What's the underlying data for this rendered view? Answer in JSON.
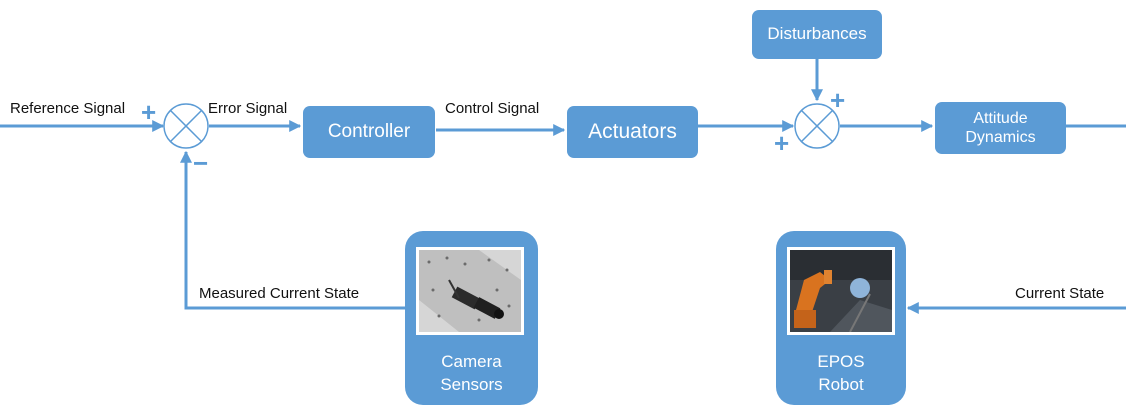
{
  "colors": {
    "accent": "#5b9bd5",
    "text": "#111111"
  },
  "signals": {
    "reference": "Reference Signal",
    "error": "Error Signal",
    "control": "Control Signal",
    "measured": "Measured Current State",
    "current": "Current State"
  },
  "blocks": {
    "controller": "Controller",
    "actuators": "Actuators",
    "disturbances": "Disturbances",
    "attitude_dynamics": "Attitude\nDynamics"
  },
  "sensors": {
    "camera": "Camera\nSensors",
    "epos": "EPOS\nRobot"
  },
  "signs": {
    "sum1_reference": "+",
    "sum1_feedback": "−",
    "sum2_disturbance": "+",
    "sum2_actuator": "+"
  }
}
